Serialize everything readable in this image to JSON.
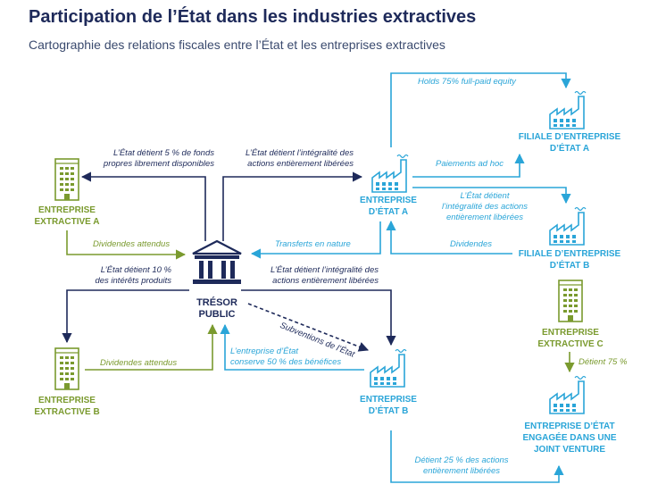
{
  "header": {
    "title": "Participation de l’État dans les industries extractives",
    "subtitle": "Cartographie des relations fiscales entre l’État et les entreprises extractives"
  },
  "nodes": {
    "tresor": [
      "TRÉSOR",
      "PUBLIC"
    ],
    "extractive_a": [
      "ENTREPRISE",
      "EXTRACTIVE A"
    ],
    "extractive_b": [
      "ENTREPRISE",
      "EXTRACTIVE B"
    ],
    "extractive_c": [
      "ENTREPRISE",
      "EXTRACTIVE C"
    ],
    "etat_a": [
      "ENTREPRISE",
      "D’ÉTAT A"
    ],
    "etat_b": [
      "ENTREPRISE",
      "D’ÉTAT B"
    ],
    "filiale_a": [
      "FILIALE D’ENTREPRISE",
      "D’ÉTAT A"
    ],
    "filiale_b": [
      "FILIALE D’ENTREPRISE",
      "D’ÉTAT B"
    ],
    "joint_venture": [
      "ENTREPRISE D’ÉTAT",
      "ENGAGÉE DANS UNE",
      "JOINT VENTURE"
    ]
  },
  "flows": {
    "etat_5pct": [
      "L’État détient 5 % de fonds",
      "propres librement disponibles"
    ],
    "integralite_a": [
      "L’État détient l’intégralité des",
      "actions entièrement libérées"
    ],
    "dividendes_a": "Dividendes attendus",
    "etat_10pct": [
      "L’État détient 10 %",
      "des intérêts produits"
    ],
    "integralite_b": [
      "L’État détient l’intégralité des",
      "actions entièrement libérées"
    ],
    "dividendes_b": "Dividendes attendus",
    "subventions": "Subventions de l’État",
    "transferts": "Transferts en nature",
    "conserve_50": [
      "L’entreprise d’État",
      "conserve 50 % des bénéfices"
    ],
    "holds_75": "Holds 75% full-paid equity",
    "paiements": "Paiements ad hoc",
    "integralite_filiale": [
      "L’État détient",
      "l’intégralité des actions",
      "entièrement libérées"
    ],
    "dividendes_filiale": "Dividendes",
    "detient_75": "Détient 75 %",
    "detient_25": [
      "Détient 25 % des actions",
      "entièrement libérées"
    ]
  },
  "colors": {
    "navy": "#1e2a5a",
    "blue": "#2aa5d8",
    "green": "#7a9a2e"
  }
}
